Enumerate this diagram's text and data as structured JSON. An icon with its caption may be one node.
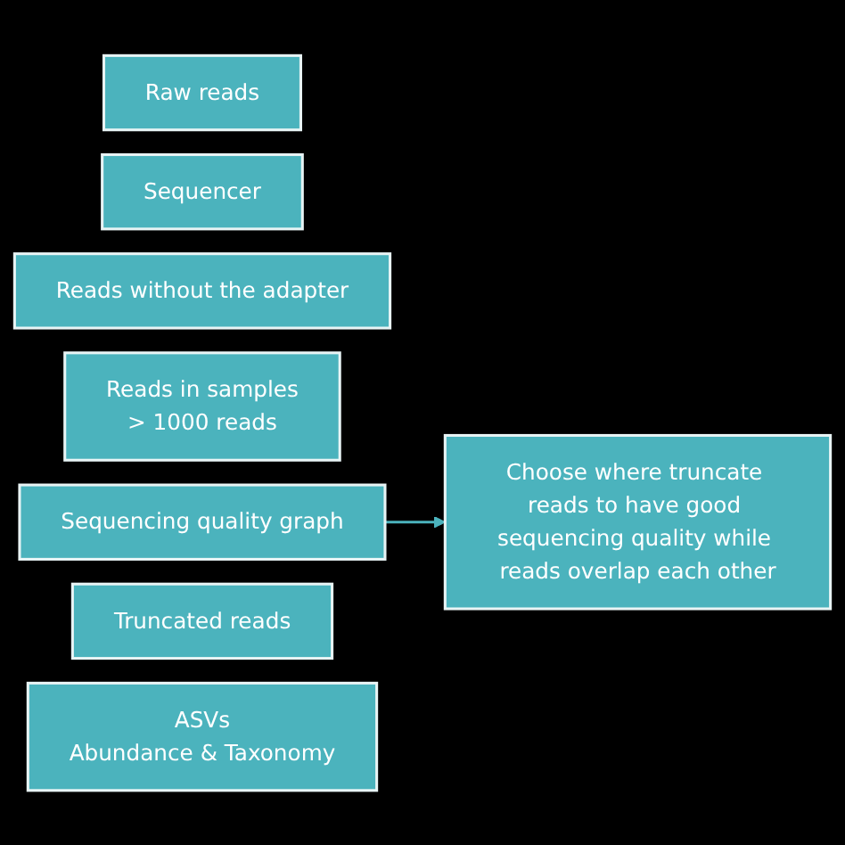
{
  "diagram": {
    "nodes": [
      {
        "text": [
          "Raw reads"
        ]
      },
      {
        "text": [
          "Sequencer"
        ]
      },
      {
        "text": [
          "Reads without the adapter"
        ]
      },
      {
        "text": [
          "Reads in samples",
          "> 1000 reads"
        ]
      },
      {
        "text": [
          "Sequencing quality graph"
        ]
      },
      {
        "text": [
          "Choose where truncate reads to have good sequencing quality while reads overlap each other"
        ]
      },
      {
        "text": [
          "Truncated reads"
        ]
      },
      {
        "text": [
          "ASVs",
          "Abundance & Taxonomy"
        ]
      }
    ],
    "edges": [
      {
        "from": 4,
        "to": 5,
        "arrow": "to"
      }
    ]
  }
}
